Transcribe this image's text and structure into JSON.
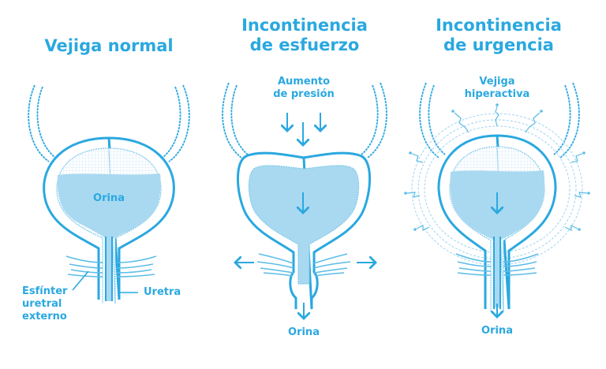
{
  "colors": {
    "stroke": "#2aa8e0",
    "fill": "#a9d9f0",
    "fill_light": "#dff1fa",
    "background": "#ffffff"
  },
  "panels": [
    {
      "title": "Vejiga normal",
      "labels": {
        "urine": "Orina",
        "sphincter": "Esfínter uretral externo",
        "sphincter_lines": [
          "Esfínter",
          "uretral",
          "externo"
        ],
        "urethra": "Uretra"
      }
    },
    {
      "title_lines": [
        "Incontinencia",
        "de esfuerzo"
      ],
      "labels": {
        "pressure_lines": [
          "Aumento",
          "de presión"
        ],
        "urine_out": "Orina"
      },
      "icons": [
        "arrow-down-icon",
        "arrow-down-icon",
        "arrow-down-icon",
        "arrow-left-icon",
        "arrow-right-icon",
        "arrow-down-icon"
      ]
    },
    {
      "title_lines": [
        "Incontinencia",
        "de urgencia"
      ],
      "labels": {
        "overactive_lines": [
          "Vejiga",
          "hiperactiva"
        ],
        "urine_out": "Orina"
      },
      "icons": [
        "arrow-down-icon",
        "nerve-spark-icon"
      ]
    }
  ]
}
